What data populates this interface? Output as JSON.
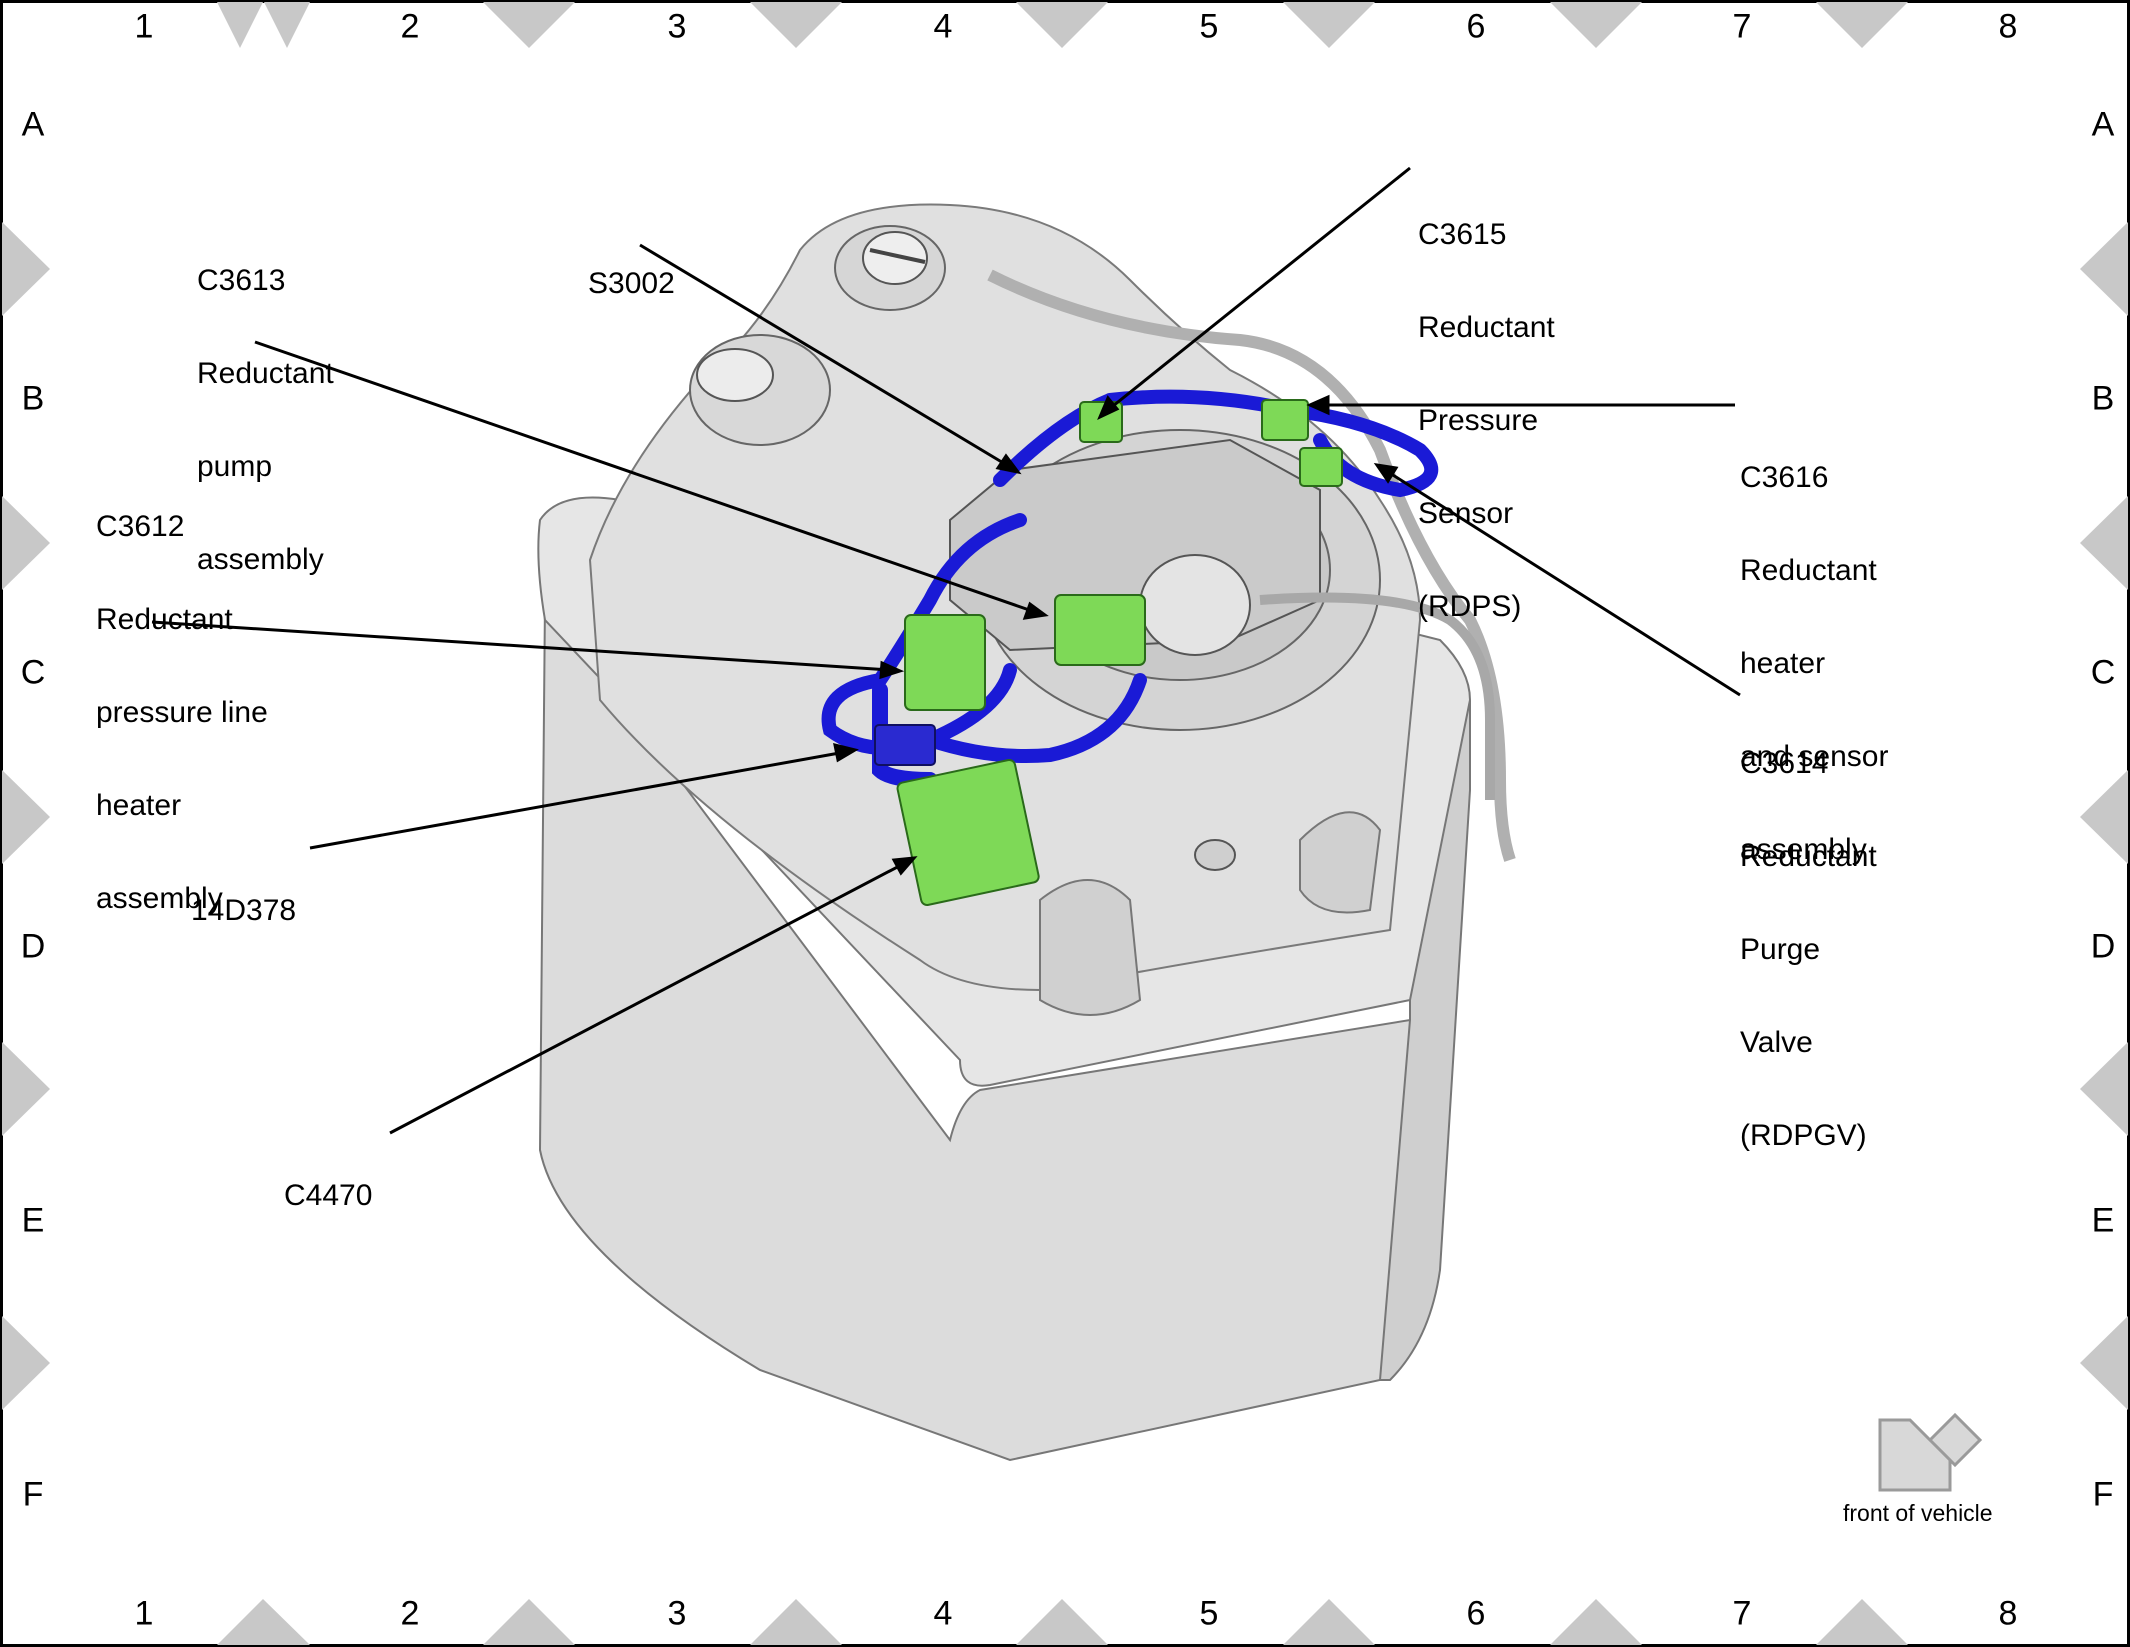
{
  "grid": {
    "columns": [
      "1",
      "2",
      "3",
      "4",
      "5",
      "6",
      "7",
      "8"
    ],
    "rows": [
      "A",
      "B",
      "C",
      "D",
      "E",
      "F"
    ]
  },
  "callouts": {
    "c3613": [
      "C3613",
      "Reductant",
      "pump",
      "assembly"
    ],
    "s3002": [
      "S3002"
    ],
    "c3615": [
      "C3615",
      "Reductant",
      "Pressure",
      "Sensor",
      "(RDPS)"
    ],
    "c3616": [
      "C3616",
      "Reductant",
      "heater",
      "and sensor",
      "assembly"
    ],
    "c3612": [
      "C3612",
      "Reductant",
      "pressure line",
      "heater",
      "assembly"
    ],
    "c3614": [
      "C3614",
      "Reductant",
      "Purge",
      "Valve",
      "(RDPGV)"
    ],
    "d14378": [
      "14D378"
    ],
    "c4470": [
      "C4470"
    ]
  },
  "orientation_note": "front of vehicle",
  "colors": {
    "connector": "#7ed957",
    "harness": "#1a1ad6",
    "tank": "#e2e2e2",
    "border_marker": "#c8c8c8"
  }
}
